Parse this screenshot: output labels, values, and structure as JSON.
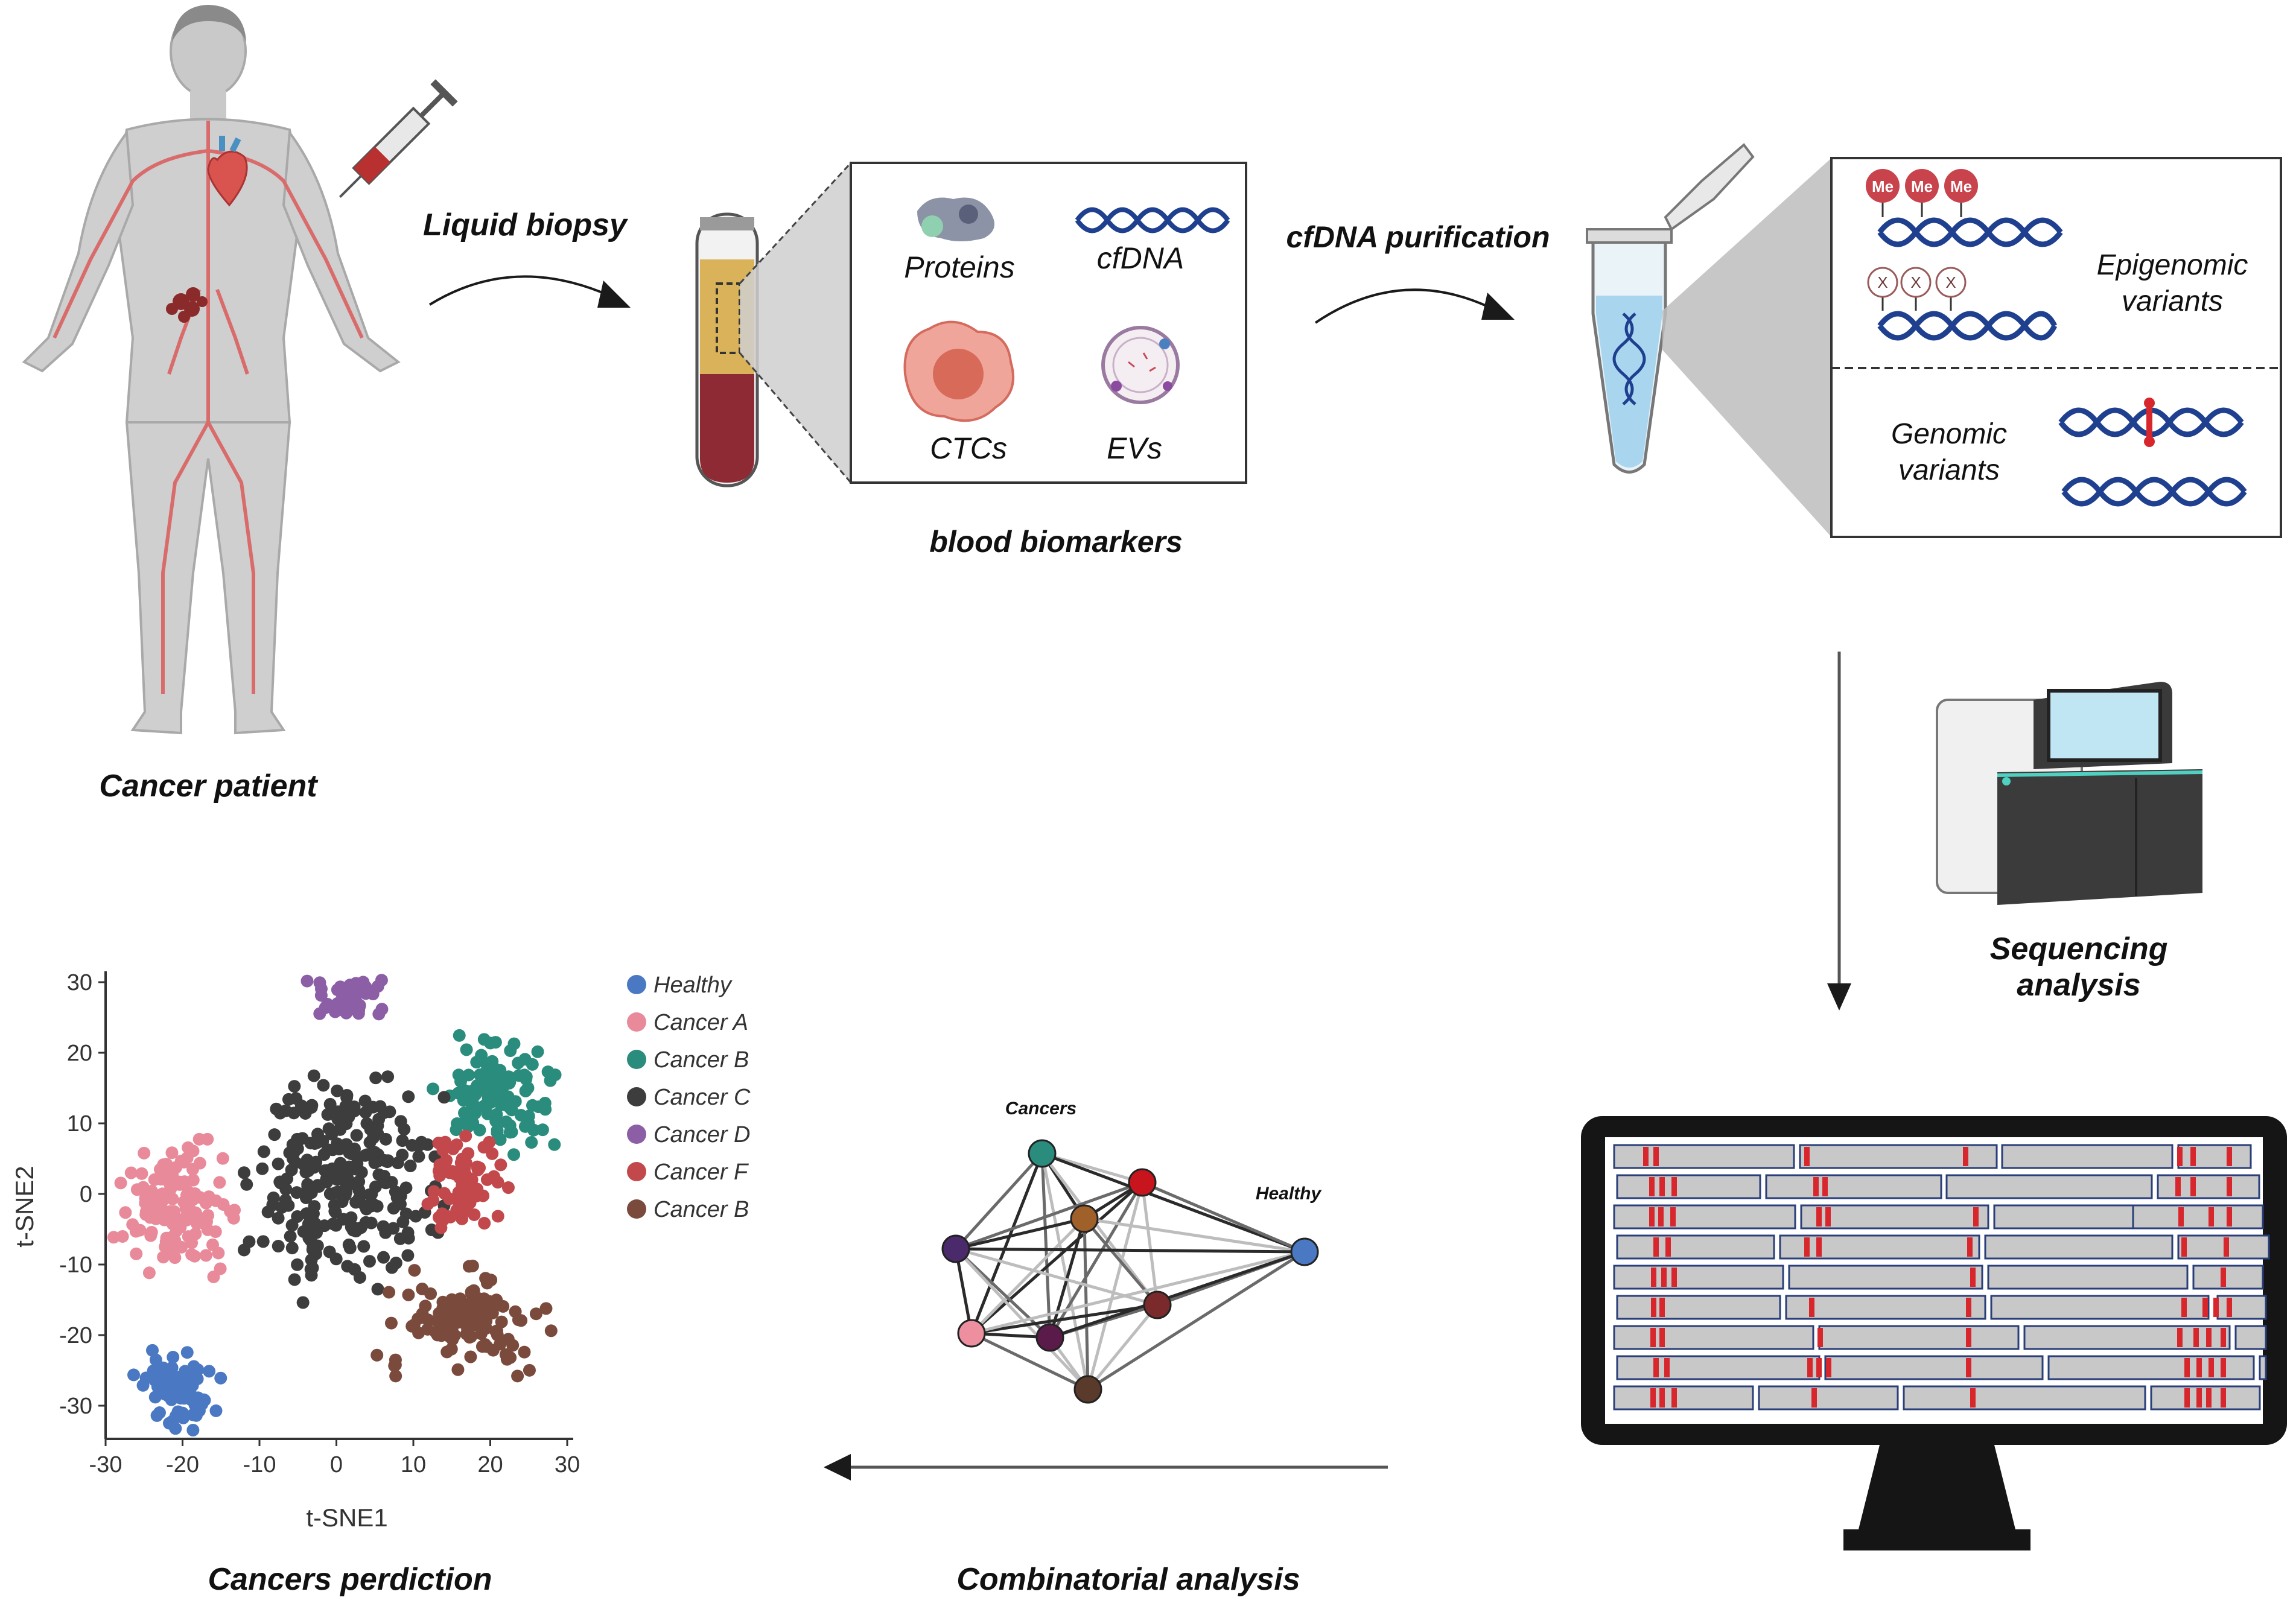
{
  "labels": {
    "cancer_patient": "Cancer patient",
    "liquid_biopsy": "Liquid biopsy",
    "proteins": "Proteins",
    "cfdna": "cfDNA",
    "ctcs": "CTCs",
    "evs": "EVs",
    "blood_biomarkers": "blood biomarkers",
    "cfdna_purification": "cfDNA purification",
    "epigenomic_1": "Epigenomic",
    "epigenomic_2": "variants",
    "genomic_1": "Genomic",
    "genomic_2": "variants",
    "methyl": "Me",
    "unmethyl": "X",
    "sequencing_1": "Sequencing",
    "sequencing_2": "analysis",
    "combinatorial": "Combinatorial analysis",
    "prediction": "Cancers perdiction",
    "network_cancers": "Cancers",
    "network_healthy": "Healthy"
  },
  "colors": {
    "arrow": "#1a1a1a",
    "dna": "#1f3f8f",
    "methyl": "#c8434b",
    "tube_blood": "#8e2a33",
    "tube_plasma": "#d9b25a",
    "ctc": "#e9877a",
    "mutation_mark": "#d7262c",
    "read_fill": "#c8c8c8",
    "read_edge": "#2a3f7a",
    "monitor": "#151515"
  },
  "chart_data": {
    "type": "scatter",
    "xlabel": "t-SNE1",
    "ylabel": "t-SNE2",
    "xlim": [
      -30,
      30
    ],
    "ylim": [
      -35,
      32
    ],
    "xticks": [
      -30,
      -20,
      -10,
      0,
      10,
      20,
      30
    ],
    "yticks": [
      30,
      20,
      10,
      0,
      -10,
      -20,
      -30
    ],
    "legend_position": "right",
    "series": [
      {
        "name": "Healthy",
        "color": "#4a78c2",
        "center": [
          -20.5,
          -28
        ],
        "spread": [
          4.5,
          4.8
        ],
        "count": 70
      },
      {
        "name": "Cancer A",
        "color": "#e98a9a",
        "center": [
          -20.5,
          -2
        ],
        "spread": [
          6.5,
          7.5
        ],
        "count": 120
      },
      {
        "name": "Cancer B",
        "color": "#2a8c7c",
        "center": [
          21,
          14
        ],
        "spread": [
          6.5,
          6.5
        ],
        "count": 110
      },
      {
        "name": "Cancer C",
        "color": "#3d3d3d",
        "center": [
          1,
          2
        ],
        "spread": [
          10,
          14
        ],
        "count": 260
      },
      {
        "name": "Cancer D",
        "color": "#8b5ea6",
        "center": [
          1.5,
          27.5
        ],
        "spread": [
          5,
          3.2
        ],
        "count": 40
      },
      {
        "name": "Cancer F",
        "color": "#c2484c",
        "center": [
          16.5,
          1.5
        ],
        "spread": [
          4.5,
          6.5
        ],
        "count": 70
      },
      {
        "name": "Cancer B",
        "color": "#7a4a3c",
        "center": [
          17,
          -18
        ],
        "spread": [
          10,
          6
        ],
        "count": 120
      }
    ]
  },
  "network": {
    "nodes": [
      {
        "color": "#2a8c7c"
      },
      {
        "color": "#c8141c"
      },
      {
        "color": "#a0602a"
      },
      {
        "color": "#4a2a6a"
      },
      {
        "color": "#7a2a2a"
      },
      {
        "color": "#ee8fa0"
      },
      {
        "color": "#5a1a4a"
      },
      {
        "color": "#5a3a2a"
      },
      {
        "color": "#4a78c2"
      }
    ]
  }
}
